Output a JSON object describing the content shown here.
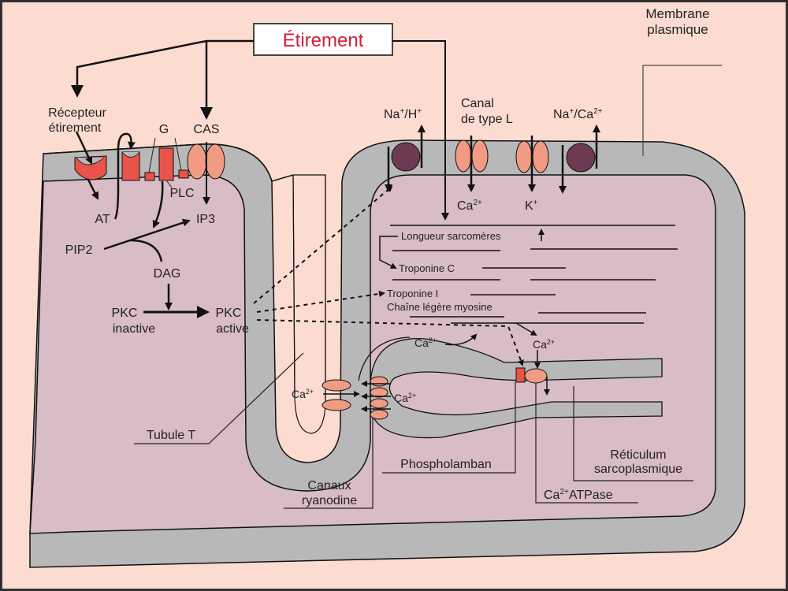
{
  "title": "Étirement",
  "colors": {
    "background": "#fcdcd0",
    "cytoplasm": "#d8bcc6",
    "membrane": "#b8b8b8",
    "channel": "#f19a84",
    "receptor": "#e8544a",
    "exchanger": "#6e3a52",
    "title_red": "#d0203a"
  },
  "labels": {
    "membrane_line1": "Membrane",
    "membrane_line2": "plasmique",
    "receptor_line1": "Récepteur",
    "receptor_line2": "étirement",
    "g": "G",
    "cas": "CAS",
    "plc": "PLC",
    "at": "AT",
    "ip3": "IP3",
    "pip2": "PIP2",
    "dag": "DAG",
    "pkc_inactive_1": "PKC",
    "pkc_inactive_2": "inactive",
    "pkc_active_1": "PKC",
    "pkc_active_2": "active",
    "nah_na": "Na",
    "nah_sup1": "+",
    "nah_h": "/H",
    "nah_sup2": "+",
    "canal_line1": "Canal",
    "canal_line2": "de type L",
    "naca_na": "Na",
    "naca_sup1": "+",
    "naca_ca": "/Ca",
    "naca_sup2": "2+",
    "ca_base": "Ca",
    "ca_sup": "2+",
    "k_base": "K",
    "k_sup": "+",
    "longueur": "Longueur sarcomères",
    "troponine_c": "Troponine C",
    "troponine_i": "Troponine I",
    "chaine": "Chaîne légère myosine",
    "tubule_t": "Tubule T",
    "canaux_line1": "Canaux",
    "canaux_line2": "ryanodine",
    "phospholamban": "Phospholamban",
    "reticulum_line1": "Réticulum",
    "reticulum_line2": "sarcoplasmique",
    "atpase_base": "Ca",
    "atpase_sup": "2+",
    "atpase_rest": "ATPase"
  }
}
